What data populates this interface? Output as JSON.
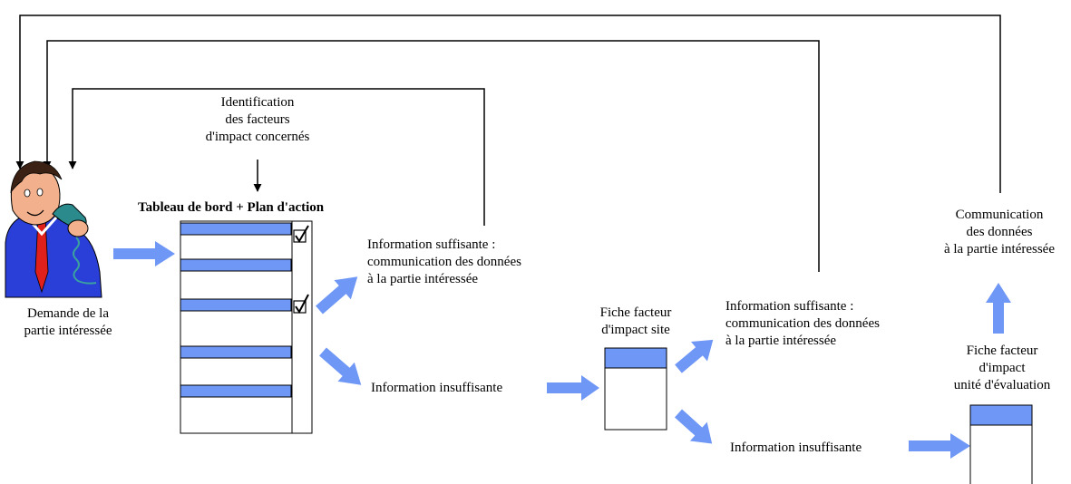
{
  "diagram": {
    "accent_color": "#6f97f6",
    "caller_icon": "person-on-phone-icon",
    "check_icon": "checkmark-icon",
    "labels": {
      "requester": [
        "Demande de la",
        "partie intéressée"
      ],
      "identification": [
        "Identification",
        "des facteurs",
        "d'impact concernés"
      ],
      "dashboard_title": "Tableau de bord + Plan d'action",
      "sufficient_1": [
        "Information suffisante :",
        "communication des données",
        "à la partie intéressée"
      ],
      "insufficient_1": "Information insuffisante",
      "site_sheet": [
        "Fiche facteur",
        "d'impact site"
      ],
      "sufficient_2": [
        "Information suffisante :",
        "communication des données",
        "à la partie intéressée"
      ],
      "insufficient_2": "Information insuffisante",
      "communication": [
        "Communication",
        "des données",
        "à la partie intéressée"
      ],
      "unit_sheet": [
        "Fiche facteur",
        "d'impact",
        "unité d'évaluation"
      ]
    }
  }
}
